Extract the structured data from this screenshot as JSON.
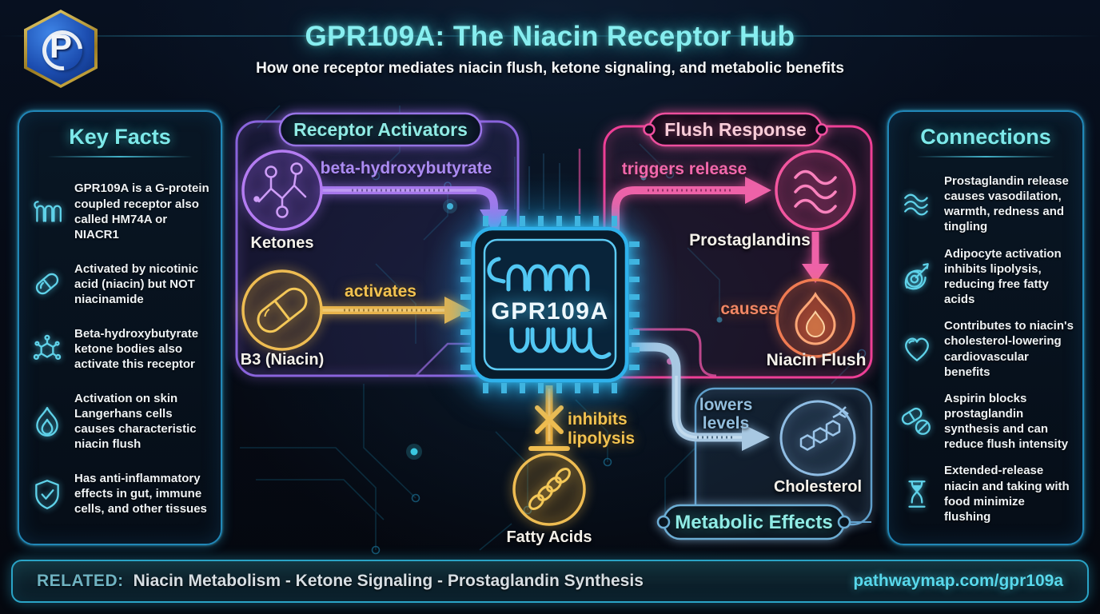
{
  "header": {
    "logo_letter": "P",
    "title": "GPR109A: The Niacin Receptor Hub",
    "subtitle": "How one receptor mediates niacin flush, ketone signaling, and metabolic benefits"
  },
  "key_facts": {
    "title": "Key Facts",
    "items": [
      {
        "icon": "receptor-icon",
        "text": "GPR109A is a G-protein coupled receptor also called HM74A or NIACR1"
      },
      {
        "icon": "capsule-icon",
        "text": "Activated by nicotinic acid (niacin) but NOT niacinamide"
      },
      {
        "icon": "molecule-icon",
        "text": "Beta-hydroxybutyrate ketone bodies also activate this receptor"
      },
      {
        "icon": "flame-icon",
        "text": "Activation on skin Langerhans cells causes characteristic niacin flush"
      },
      {
        "icon": "shield-check-icon",
        "text": "Has anti-inflammatory effects in gut, immune cells, and other tissues"
      }
    ]
  },
  "connections": {
    "title": "Connections",
    "items": [
      {
        "icon": "waves-icon",
        "text": "Prostaglandin release causes vasodilation, warmth, redness and tingling"
      },
      {
        "icon": "target-icon",
        "text": "Adipocyte activation inhibits lipolysis, reducing free fatty acids"
      },
      {
        "icon": "heart-icon",
        "text": "Contributes to niacin's cholesterol-lowering cardiovascular benefits"
      },
      {
        "icon": "pills-icon",
        "text": "Aspirin blocks prostaglandin synthesis and can reduce flush intensity"
      },
      {
        "icon": "hourglass-icon",
        "text": "Extended-release niacin and taking with food minimize flushing"
      }
    ]
  },
  "diagram": {
    "activators_box": {
      "title": "Receptor Activators",
      "ketones_label": "Ketones",
      "b3_label": "B3 (Niacin)"
    },
    "receptor_chip": {
      "label": "GPR109A"
    },
    "flush_box": {
      "title": "Flush Response",
      "prostaglandins_label": "Prostaglandins",
      "niacin_flush_label": "Niacin Flush"
    },
    "metabolic_box": {
      "title": "Metabolic Effects",
      "cholesterol_label": "Cholesterol",
      "fatty_acids_label": "Fatty Acids"
    },
    "arrows": {
      "beta": "beta-hydroxybutyrate",
      "activates": "activates",
      "triggers": "triggers release",
      "causes": "causes",
      "lowers_line1": "lowers",
      "lowers_line2": "levels",
      "inhibits_line1": "inhibits",
      "inhibits_line2": "lipolysis"
    }
  },
  "footer": {
    "related_label": "RELATED:",
    "related_items": "Niacin Metabolism - Ketone Signaling - Prostaglandin Synthesis",
    "url": "pathwaymap.com/gpr109a"
  },
  "colors": {
    "title_cyan": "#87eef0",
    "panel_border": "#2187b8",
    "purple": "#9a74e8",
    "gold": "#eebc52",
    "pink": "#ee3f96",
    "salmon": "#f07b52",
    "steel_blue": "#8fbde4",
    "chip_cyan": "#2fb2ec",
    "url_cyan": "#58d8ec"
  }
}
